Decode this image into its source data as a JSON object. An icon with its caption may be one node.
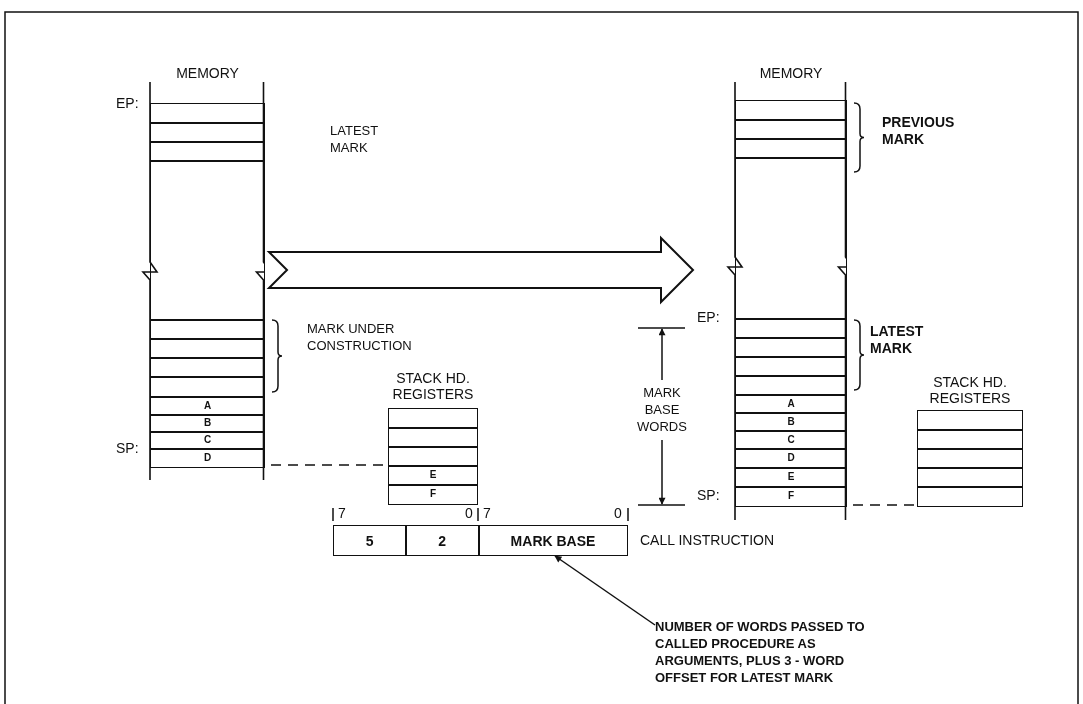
{
  "diagram": {
    "nodes": [
      {
        "text": [
          "MEMORY"
        ]
      },
      {
        "text": [],
        "shape": "box",
        "in": 0,
        "beside": [
          "EP:"
        ]
      },
      {
        "text": [],
        "shape": "box",
        "in": 0
      },
      {
        "text": [],
        "shape": "box",
        "in": 0
      },
      {
        "text": [],
        "shape": "box",
        "in": 0
      },
      {
        "text": [],
        "shape": "box",
        "in": 0
      },
      {
        "text": [],
        "shape": "box",
        "in": 0
      },
      {
        "text": [],
        "shape": "box",
        "in": 0
      },
      {
        "text": [],
        "shape": "box",
        "in": 0
      },
      {
        "text": [
          "A"
        ],
        "in": 0
      },
      {
        "text": [
          "B"
        ],
        "in": 0
      },
      {
        "text": [
          "C"
        ],
        "in": 0
      },
      {
        "text": [
          "D"
        ],
        "in": 0,
        "beside": [
          "SP:"
        ]
      },
      {
        "text": [
          "STACK HD. REGISTERS"
        ]
      },
      {
        "text": [],
        "shape": "box",
        "in": 13
      },
      {
        "text": [],
        "shape": "box",
        "in": 13
      },
      {
        "text": [],
        "shape": "box",
        "in": 13
      },
      {
        "text": [
          "E"
        ],
        "in": 13
      },
      {
        "text": [
          "F"
        ],
        "in": 13
      },
      {
        "text": [
          "MEMORY"
        ]
      },
      {
        "text": [],
        "shape": "box",
        "in": 19
      },
      {
        "text": [],
        "shape": "box",
        "in": 19
      },
      {
        "text": [],
        "shape": "box",
        "in": 19
      },
      {
        "text": [],
        "shape": "box",
        "in": 19
      },
      {
        "text": [],
        "shape": "box",
        "in": 19,
        "beside": [
          "EP:"
        ]
      },
      {
        "text": [],
        "shape": "box",
        "in": 19
      },
      {
        "text": [],
        "shape": "box",
        "in": 19
      },
      {
        "text": [],
        "shape": "box",
        "in": 19
      },
      {
        "text": [
          "A"
        ],
        "in": 19
      },
      {
        "text": [
          "B"
        ],
        "in": 19
      },
      {
        "text": [
          "C"
        ],
        "in": 19
      },
      {
        "text": [
          "D"
        ],
        "in": 19
      },
      {
        "text": [
          "E"
        ],
        "in": 19
      },
      {
        "text": [
          "F"
        ],
        "in": 19,
        "beside": [
          "SP:"
        ]
      },
      {
        "text": [
          "STACK HD. REGISTERS"
        ]
      },
      {
        "text": [],
        "shape": "box",
        "in": 34
      },
      {
        "text": [],
        "shape": "box",
        "in": 34
      },
      {
        "text": [],
        "shape": "box",
        "in": 34
      },
      {
        "text": [],
        "shape": "box",
        "in": 34
      },
      {
        "text": [],
        "shape": "box",
        "in": 34
      },
      {
        "text": [
          "5"
        ]
      },
      {
        "text": [
          "2"
        ]
      },
      {
        "text": [
          "MARK BASE"
        ]
      },
      {
        "text": [
          "NUMBER OF WORDS PASSED TO CALLED PROCEDURE AS ARGUMENTS, PLUS 3 - WORD OFFSET FOR LATEST MARK"
        ]
      }
    ],
    "edges": [
      {
        "from": 0,
        "to": 13,
        "arrow": "none",
        "style": "dashed"
      },
      {
        "from": 0,
        "to": 19,
        "arrow": "to",
        "style": "thick"
      },
      {
        "from": 19,
        "to": 34,
        "arrow": "none",
        "style": "dashed"
      },
      {
        "from": 43,
        "to": 42,
        "arrow": "to"
      }
    ],
    "labels": [
      "LATEST MARK",
      "PREVIOUS MARK",
      "MARK UNDER CONSTRUCTION",
      "LATEST MARK",
      "MARK BASE WORDS",
      "7",
      "0",
      "7",
      "0",
      "CALL INSTRUCTION"
    ]
  }
}
